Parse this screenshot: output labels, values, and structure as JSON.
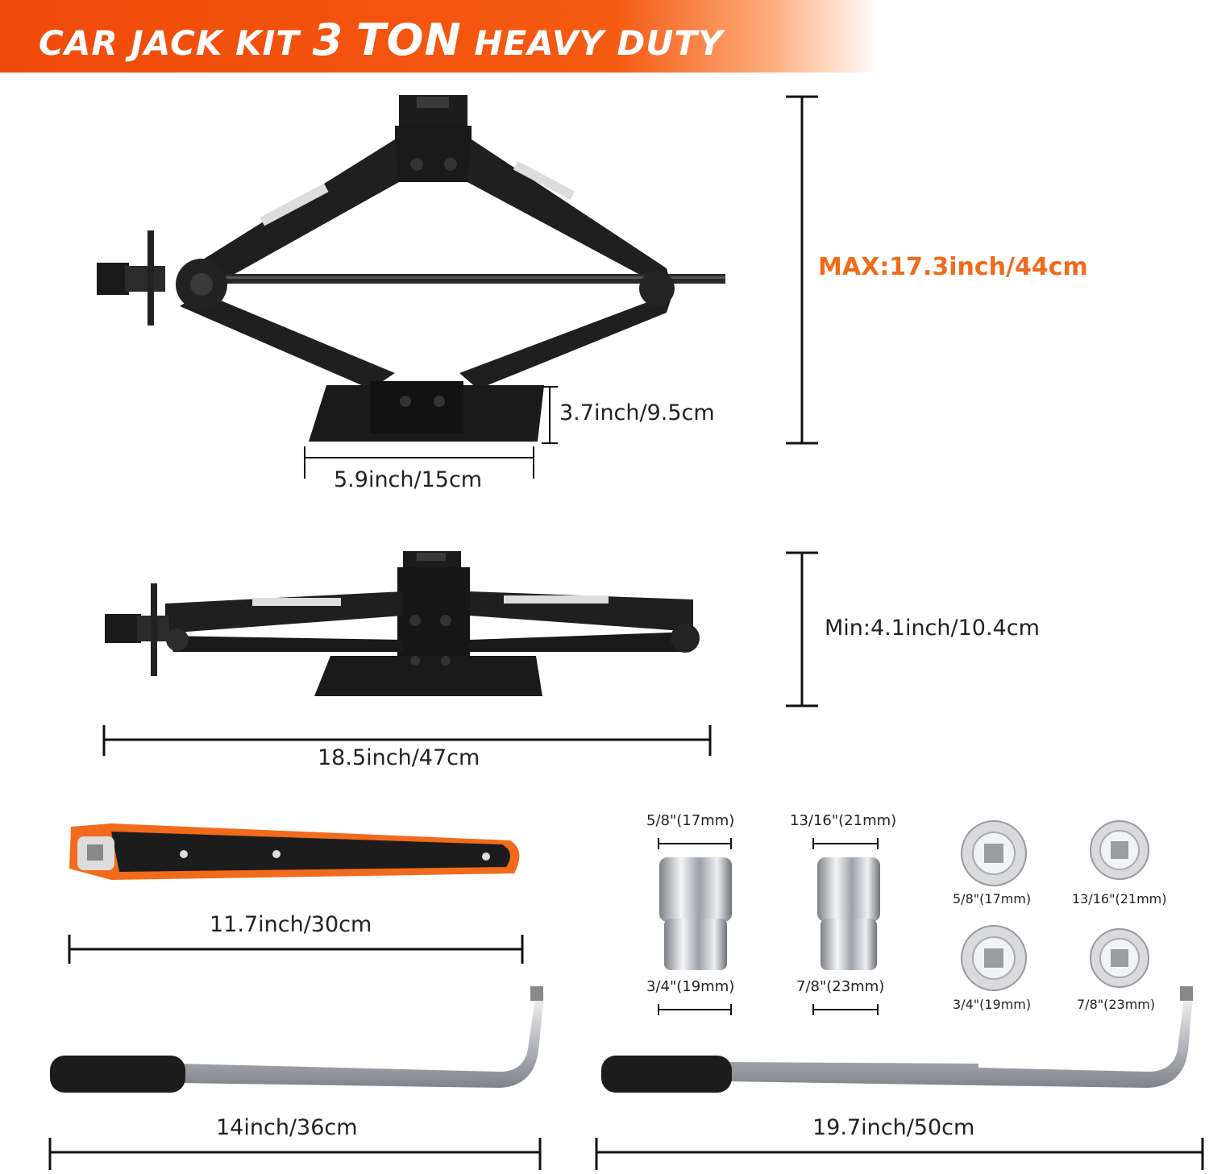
{
  "banner": {
    "title_part1": "CAR JACK KIT",
    "title_number": "3",
    "title_part2": "TON",
    "title_part3": "HEAVY DUTY",
    "color": "#f04a0a"
  },
  "jack_raised": {
    "max_height": "MAX:17.3inch/44cm",
    "base_height": "3.7inch/9.5cm",
    "base_width": "5.9inch/15cm"
  },
  "jack_lowered": {
    "min_height": "Min:4.1inch/10.4cm",
    "length": "18.5inch/47cm"
  },
  "ratchet": {
    "length": "11.7inch/30cm",
    "accent": "#f26a1b"
  },
  "sockets": {
    "top_left": "5/8\"(17mm)",
    "top_right": "13/16\"(21mm)",
    "bottom_left": "3/4\"(19mm)",
    "bottom_right": "7/8\"(23mm)",
    "end_labels": [
      "5/8\"(17mm)",
      "13/16\"(21mm)",
      "3/4\"(19mm)",
      "7/8\"(23mm)"
    ]
  },
  "wrench_short": {
    "length": "14inch/36cm"
  },
  "wrench_long": {
    "length": "19.7inch/50cm"
  },
  "colors": {
    "accent": "#f26a1b",
    "jack": "#1c1c1c",
    "chrome": "#cfd2d6"
  }
}
